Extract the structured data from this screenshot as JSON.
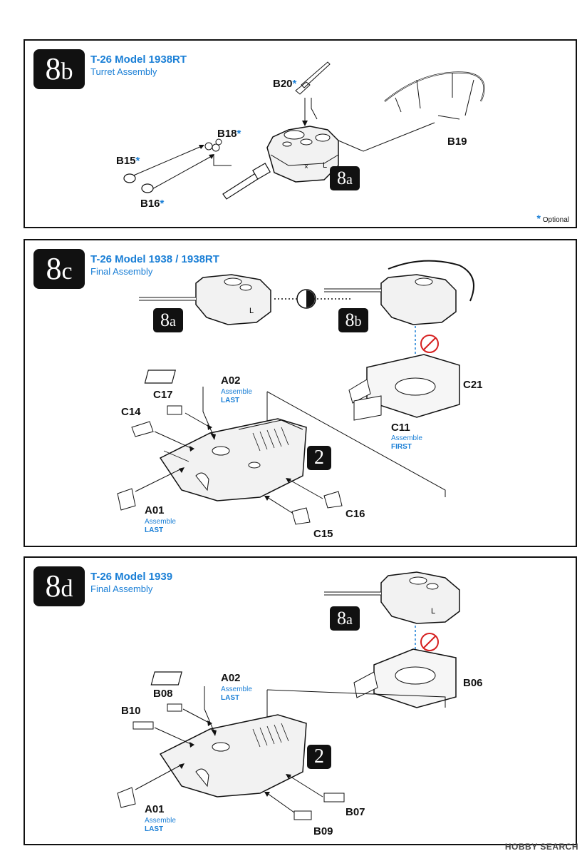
{
  "step_8b": {
    "badge_num": "8",
    "badge_letter": "b",
    "title": "T-26 Model 1938RT",
    "subtitle": "Turret Assembly",
    "ref_num": "8",
    "ref_letter": "a",
    "parts": {
      "b20": "B20",
      "b18": "B18",
      "b15": "B15",
      "b16": "B16",
      "b19": "B19"
    },
    "star": "*",
    "optional_star": "*",
    "optional_label": "Optional"
  },
  "step_8c": {
    "badge_num": "8",
    "badge_letter": "c",
    "title": "T-26 Model 1938 / 1938RT",
    "subtitle": "Final Assembly",
    "ref_a_num": "8",
    "ref_a_letter": "a",
    "ref_b_num": "8",
    "ref_b_letter": "b",
    "ref_hull": "2",
    "parts": {
      "a02": "A02",
      "a02_note1": "Assemble",
      "a02_note2": "LAST",
      "c17": "C17",
      "c14": "C14",
      "c21": "C21",
      "c11": "C11",
      "c11_note1": "Assemble",
      "c11_note2": "FIRST",
      "a01": "A01",
      "a01_note1": "Assemble",
      "a01_note2": "LAST",
      "c16": "C16",
      "c15": "C15"
    }
  },
  "step_8d": {
    "badge_num": "8",
    "badge_letter": "d",
    "title": "T-26 Model 1939",
    "subtitle": "Final Assembly",
    "ref_a_num": "8",
    "ref_a_letter": "a",
    "ref_hull": "2",
    "parts": {
      "a02": "A02",
      "a02_note1": "Assemble",
      "a02_note2": "LAST",
      "b08": "B08",
      "b10": "B10",
      "b06": "B06",
      "a01": "A01",
      "a01_note1": "Assemble",
      "a01_note2": "LAST",
      "b07": "B07",
      "b09": "B09"
    }
  },
  "watermark": "HOBBY SEARCH",
  "colors": {
    "accent": "#1a7fd6",
    "badge": "#111111",
    "prohibit": "#d62020"
  }
}
